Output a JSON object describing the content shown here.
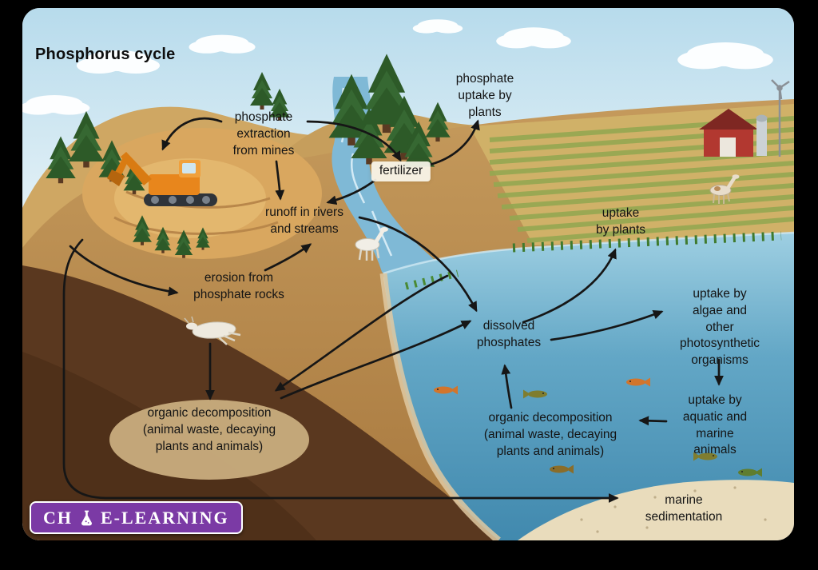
{
  "title": "Phosphorus cycle",
  "labels": {
    "phosphate_extraction": "phosphate\nextraction\nfrom mines",
    "phosphate_uptake_by_plants": "phosphate\nuptake by\nplants",
    "fertilizer": "fertilizer",
    "runoff": "runoff in rivers\nand streams",
    "erosion": "erosion from\nphosphate rocks",
    "uptake_by_plants": "uptake\nby plants",
    "uptake_by_algae": "uptake by\nalgae and other\nphotosynthetic\norganisms",
    "dissolved_phosphates": "dissolved\nphosphates",
    "uptake_by_aquatic": "uptake by\naquatic and\nmarine animals",
    "organic_decomposition_land": "organic decomposition\n(animal waste, decaying\nplants and animals)",
    "organic_decomposition_water": "organic decomposition\n(animal waste, decaying\nplants and animals)",
    "marine_sedimentation": "marine sedimentation"
  },
  "logo": {
    "prefix": "CH",
    "name": "E-LEARNING",
    "bg_color": "#7b3aa5"
  },
  "icons": {
    "logo_flask": "flask-icon"
  },
  "colors": {
    "arrow": "#161616",
    "sky": "#b7dbec",
    "water": "#5fa3c4",
    "soil": "#5a381f",
    "land": "#b98a4e"
  }
}
